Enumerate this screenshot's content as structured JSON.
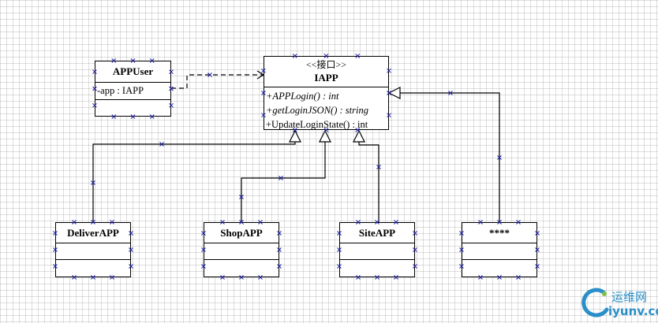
{
  "appuser": {
    "name": "APPUser",
    "attributes": [
      "-app : IAPP"
    ]
  },
  "iapp": {
    "stereotype": "<<接口>>",
    "name": "IAPP",
    "operations": [
      "+APPLogin() : int",
      "+getLoginJSON() : string",
      "+UpdateLoginState() : int"
    ]
  },
  "implementations": [
    {
      "name": "DeliverAPP"
    },
    {
      "name": "ShopAPP"
    },
    {
      "name": "SiteAPP"
    },
    {
      "name": "****"
    }
  ],
  "watermark": {
    "cn": "运维网",
    "en": "iyunv.com"
  },
  "colors": {
    "line": "#000000",
    "handle": "#1a1aa0",
    "watermark": "#2a8fc9"
  }
}
